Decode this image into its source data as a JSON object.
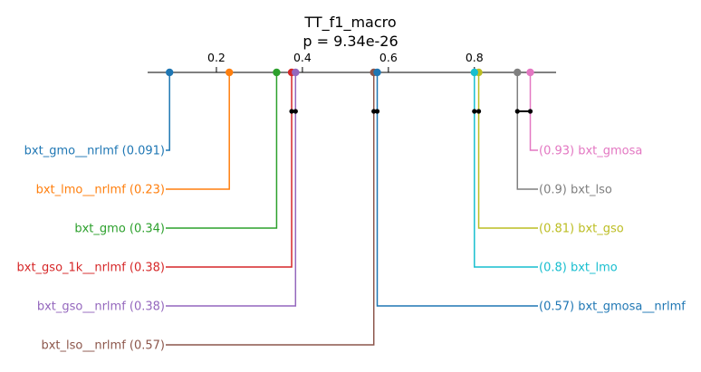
{
  "chart_data": {
    "type": "critical-difference",
    "title": "TT_f1_macro",
    "subtitle": "p = 9.34e-26",
    "axis_ticks": [
      "0.2",
      "0.4",
      "0.6",
      "0.8"
    ],
    "axis_tick_values": [
      0.2,
      0.4,
      0.6,
      0.8
    ],
    "xlim": [
      0.04,
      0.99
    ],
    "methods": [
      {
        "name": "bxt_gmo__nrlmf",
        "value": 0.091,
        "label": "bxt_gmo__nrlmf (0.091)",
        "side": "left",
        "color": "#1f77b4"
      },
      {
        "name": "bxt_lmo__nrlmf",
        "value": 0.23,
        "label": "bxt_lmo__nrlmf (0.23)",
        "side": "left",
        "color": "#ff7f0e"
      },
      {
        "name": "bxt_gmo",
        "value": 0.34,
        "label": "bxt_gmo (0.34)",
        "side": "left",
        "color": "#2ca02c"
      },
      {
        "name": "bxt_gso_1k__nrlmf",
        "value": 0.375,
        "label": "bxt_gso_1k__nrlmf (0.38)",
        "side": "left",
        "color": "#d62728"
      },
      {
        "name": "bxt_gso__nrlmf",
        "value": 0.384,
        "label": "bxt_gso__nrlmf (0.38)",
        "side": "left",
        "color": "#9467bd"
      },
      {
        "name": "bxt_lso__nrlmf",
        "value": 0.566,
        "label": "bxt_lso__nrlmf (0.57)",
        "side": "left",
        "color": "#8c564b"
      },
      {
        "name": "bxt_gmosa",
        "value": 0.93,
        "label": "(0.93) bxt_gmosa",
        "side": "right",
        "color": "#e377c2"
      },
      {
        "name": "bxt_lso",
        "value": 0.9,
        "label": "(0.9) bxt_lso",
        "side": "right",
        "color": "#7f7f7f"
      },
      {
        "name": "bxt_gso",
        "value": 0.81,
        "label": "(0.81) bxt_gso",
        "side": "right",
        "color": "#bcbd22"
      },
      {
        "name": "bxt_lmo",
        "value": 0.8,
        "label": "(0.8) bxt_lmo",
        "side": "right",
        "color": "#17becf"
      },
      {
        "name": "bxt_gmosa__nrlmf",
        "value": 0.574,
        "label": "(0.57) bxt_gmosa__nrlmf",
        "side": "right",
        "color": "#1f77b4"
      }
    ],
    "cliques": [
      [
        0.375,
        0.384
      ],
      [
        0.566,
        0.574
      ],
      [
        0.8,
        0.81
      ],
      [
        0.9,
        0.93
      ]
    ]
  }
}
